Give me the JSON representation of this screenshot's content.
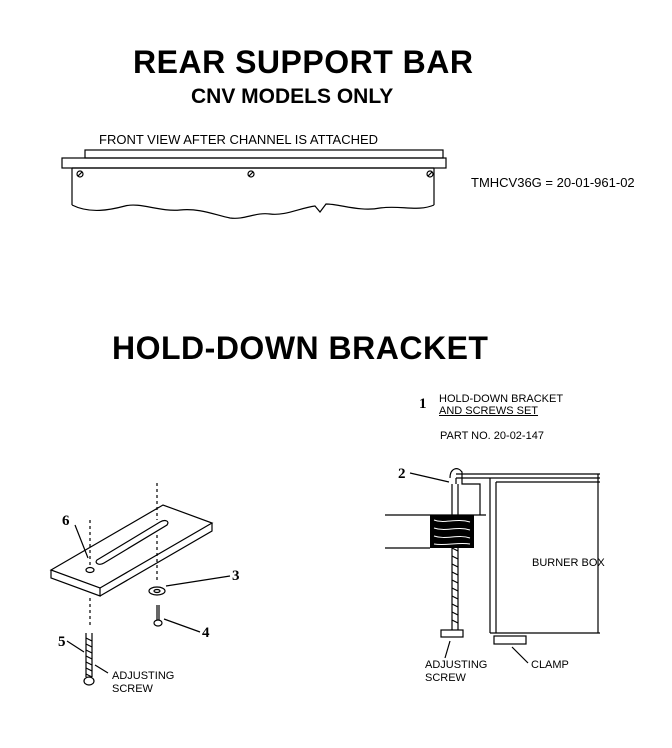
{
  "rear_support": {
    "title": "REAR SUPPORT BAR",
    "subtitle": "CNV MODELS ONLY",
    "view_label": "FRONT VIEW AFTER CHANNEL IS ATTACHED",
    "part_code": "TMHCV36G = 20-01-961-02"
  },
  "hold_down": {
    "title": "HOLD-DOWN BRACKET",
    "item_number": "1",
    "item_line1": "HOLD-DOWN BRACKET",
    "item_line2": "AND SCREWS SET",
    "part_no": "PART NO. 20-02-147",
    "callouts": {
      "c2": "2",
      "c3": "3",
      "c4": "4",
      "c5": "5",
      "c6": "6"
    },
    "adjusting_line1": "ADJUSTING",
    "adjusting_line2": "SCREW",
    "burner_box": "BURNER BOX",
    "clamp": "CLAMP"
  }
}
